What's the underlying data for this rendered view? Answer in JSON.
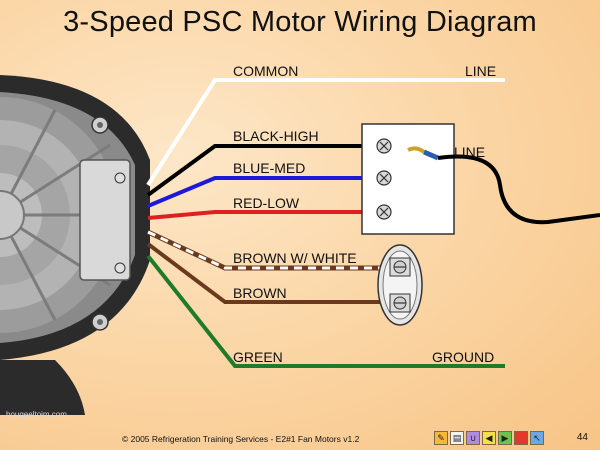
{
  "title": "3-Speed PSC Motor Wiring Diagram",
  "labels": {
    "common": "COMMON",
    "line_top": "LINE",
    "black_high": "BLACK-HIGH",
    "line_box": "LINE",
    "blue_med": "BLUE-MED",
    "red_low": "RED-LOW",
    "brown_white": "BROWN W/ WHITE",
    "brown": "BROWN",
    "green": "GREEN",
    "ground": "GROUND"
  },
  "colors": {
    "common_wire": "#ffffff",
    "black_wire": "#000000",
    "blue_wire": "#1c1ad8",
    "red_wire": "#e02020",
    "brown_wire": "#6b3a1e",
    "green_wire": "#1f7a2a",
    "motor_body": "#2b2b2b",
    "motor_face": "#a8a8a8"
  },
  "icons": [
    "clip-icon",
    "note-icon",
    "magnet-icon",
    "back-icon",
    "forward-icon",
    "stop-icon",
    "pointer-icon"
  ],
  "footer": {
    "copyright": "© 2005 Refrigeration Training Services - E2#1 Fan Motors v1.2",
    "page": "44"
  },
  "watermark": "bougeeltoim.com"
}
